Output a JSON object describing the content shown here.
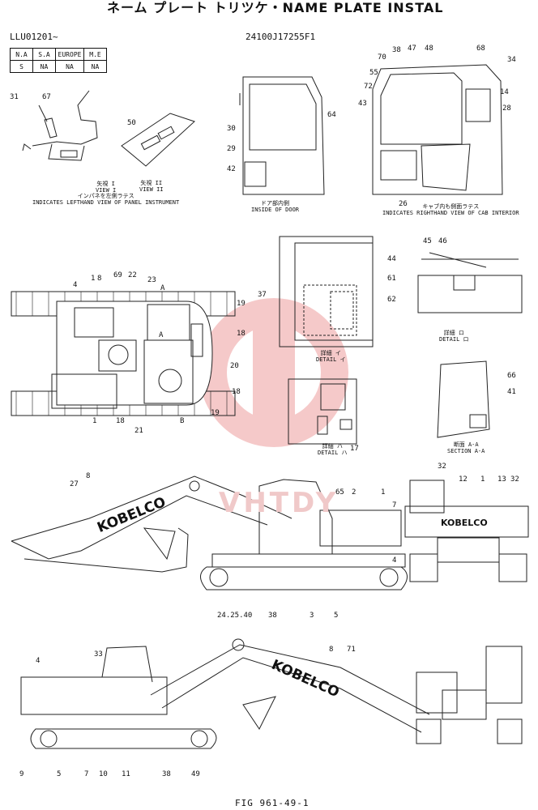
{
  "header": {
    "title": "ネーム プレート トリツケ・NAME PLATE INSTAL",
    "serial_range": "LLU01201~",
    "part_number": "24100J17255F1"
  },
  "spec_table": {
    "headers": [
      "N.A",
      "S.A",
      "EUROPE",
      "M.E"
    ],
    "values": [
      "S",
      "NA",
      "NA",
      "NA"
    ]
  },
  "captions": {
    "view1_jp": "矢視 I",
    "view1_en": "VIEW I",
    "view1_note_jp": "インパネを左側ラテス",
    "view1_note_en": "INDICATES LEFTHAND VIEW OF PANEL INSTRUMENT",
    "view2_jp": "矢視 II",
    "view2_en": "VIEW II",
    "door_jp": "ドア部内側",
    "door_en": "INSIDE OF DOOR",
    "cab_jp": "キャブ内も側面ラテス",
    "cab_en": "INDICATES RIGHTHAND VIEW OF CAB INTERIOR",
    "detail_i_jp": "詳細 イ",
    "detail_i_en": "DETAIL イ",
    "detail_ro_jp": "詳細 ロ",
    "detail_ro_en": "DETAIL ロ",
    "detail_ha_jp": "詳細 ハ",
    "detail_ha_en": "DETAIL ハ",
    "section_jp": "断面 A-A",
    "section_en": "SECTION A-A"
  },
  "brand": {
    "logo_text": "KOBELCO",
    "watermark": "VHTDY"
  },
  "callouts": {
    "c31": "31",
    "c67": "67",
    "c50": "50",
    "c30": "30",
    "c29": "29",
    "c42": "42",
    "c64": "64",
    "c38a": "38",
    "c47": "47",
    "c48": "48",
    "c68": "68",
    "c70": "70",
    "c34": "34",
    "c55": "55",
    "c72": "72",
    "c14": "14",
    "c43": "43",
    "c28": "28",
    "c26": "26",
    "c44": "44",
    "c61": "61",
    "c62": "62",
    "c37": "37",
    "c17": "17",
    "c45": "45",
    "c46": "46",
    "c66": "66",
    "c41": "41",
    "c4a": "4",
    "c1a": "1",
    "c8a": "8",
    "c69": "69",
    "c22": "22",
    "c23": "23",
    "cA1": "A",
    "c19a": "19",
    "c18a": "18",
    "cA2": "A",
    "c20": "20",
    "c18b": "18",
    "c19b": "19",
    "cB": "B",
    "c18c": "18",
    "c21": "21",
    "c1b": "1",
    "c27": "27",
    "c8b": "8",
    "c65": "65",
    "c2": "2",
    "c1c": "1",
    "c7a": "7",
    "c4b": "4",
    "c2425": "24.25.40",
    "c38b": "38",
    "c3": "3",
    "c5a": "5",
    "c32a": "32",
    "c12": "12",
    "c1d": "1",
    "c13": "13",
    "c32b": "32",
    "c33": "33",
    "c4c": "4",
    "c8c": "8",
    "c71": "71",
    "c9": "9",
    "c5b": "5",
    "c7b": "7",
    "c10": "10",
    "c11": "11",
    "c38c": "38",
    "c49": "49"
  },
  "footer": {
    "figure": "FIG 961-49-1"
  }
}
